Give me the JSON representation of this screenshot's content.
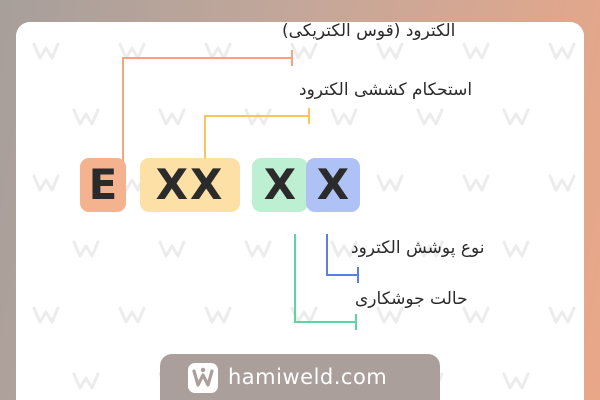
{
  "diagram": {
    "code": {
      "prefix": "E",
      "tensile_digits": "XX",
      "position_digit": "X",
      "coating_digit": "X"
    },
    "labels": {
      "electrode_current": "الکترود (قوس الکتریکی)",
      "tensile_strength": "استحکام کششی الکترود",
      "coating_type": "نوع پوشش الکترود",
      "welding_position": "حالت جوشکاری"
    },
    "colors": {
      "electrode_current": "#f5a57e",
      "tensile_strength": "#f7c55a",
      "welding_position": "#5fd3a0",
      "coating_type": "#5b7fe0"
    }
  },
  "footer": {
    "logo_icon": "hamiweld-logo-icon",
    "domain": "hamiweld.com"
  }
}
